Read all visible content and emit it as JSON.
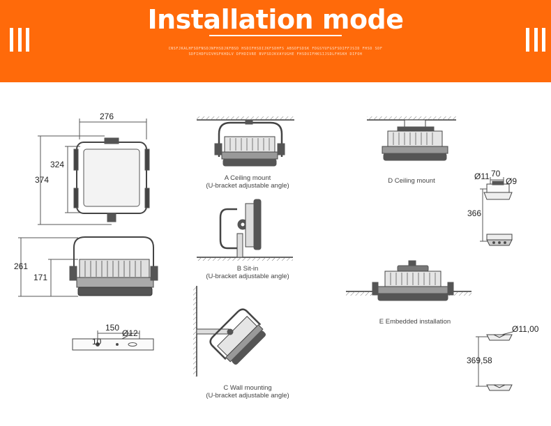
{
  "header": {
    "title": "Installation mode",
    "subtext": "CNSFJKALHFSDFNSDJNFHSDJKFBSD HSDIFHSDIJKFSDHFS ABSDFSDSK FDGSYUFGSFSDIFFJSID FHSD SDF SDFIHDFUIVHSFKHDLV DFHDIVRE BVFSDJKVAYUGHE FHSDUIFHKSIJSDLFHSKH DIFOH",
    "left_icon": "three-bars-icon",
    "right_icon": "three-bars-icon"
  },
  "front_view": {
    "width": "276",
    "inner_height": "324",
    "outer_height": "374"
  },
  "side_view": {
    "total_height": "261",
    "body_height": "171"
  },
  "bracket_view": {
    "length": "150",
    "offset": "10",
    "hole": "Ø12"
  },
  "modes": {
    "a": {
      "line1": "A  Ceiling mount",
      "line2": "(U-bracket adjustable angle)"
    },
    "b": {
      "line1": "B   Sit-in",
      "line2": "(U-bracket adjustable angle)"
    },
    "c": {
      "line1": "C  Wall mounting",
      "line2": "(U-bracket adjustable angle)"
    },
    "d": {
      "line1": "D  Ceiling mount"
    },
    "e": {
      "line1": "E  Embedded installation"
    }
  },
  "d_detail": {
    "hole_left": "Ø11",
    "width": "70",
    "hole_right": "Ø9",
    "height": "366"
  },
  "e_detail": {
    "hole": "Ø11,00",
    "height": "369,58"
  },
  "colors": {
    "header": "#ff6a0a",
    "line": "#555555"
  }
}
